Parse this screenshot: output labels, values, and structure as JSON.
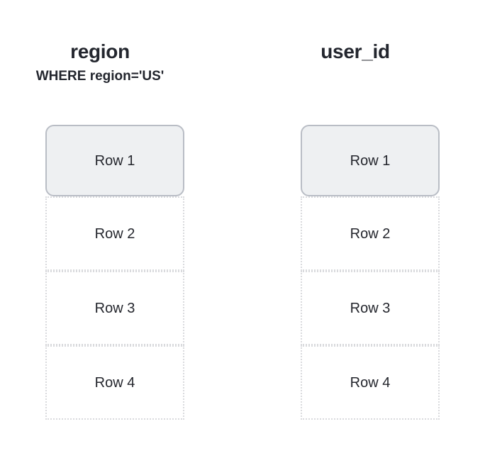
{
  "diagram": {
    "background_color": "#ffffff",
    "text_color": "#23262e",
    "highlight_fill": "#eef0f2",
    "highlight_border": "#b9bdc5",
    "dotted_border": "#d9dadd",
    "columns": [
      {
        "name": "region",
        "title": "region",
        "subtitle": "WHERE region='US'",
        "rows": [
          {
            "label": "Row 1",
            "highlighted": true
          },
          {
            "label": "Row 2",
            "highlighted": false
          },
          {
            "label": "Row 3",
            "highlighted": false
          },
          {
            "label": "Row 4",
            "highlighted": false
          }
        ]
      },
      {
        "name": "user_id",
        "title": "user_id",
        "subtitle": "",
        "rows": [
          {
            "label": "Row 1",
            "highlighted": true
          },
          {
            "label": "Row 2",
            "highlighted": false
          },
          {
            "label": "Row 3",
            "highlighted": false
          },
          {
            "label": "Row 4",
            "highlighted": false
          }
        ]
      }
    ]
  }
}
